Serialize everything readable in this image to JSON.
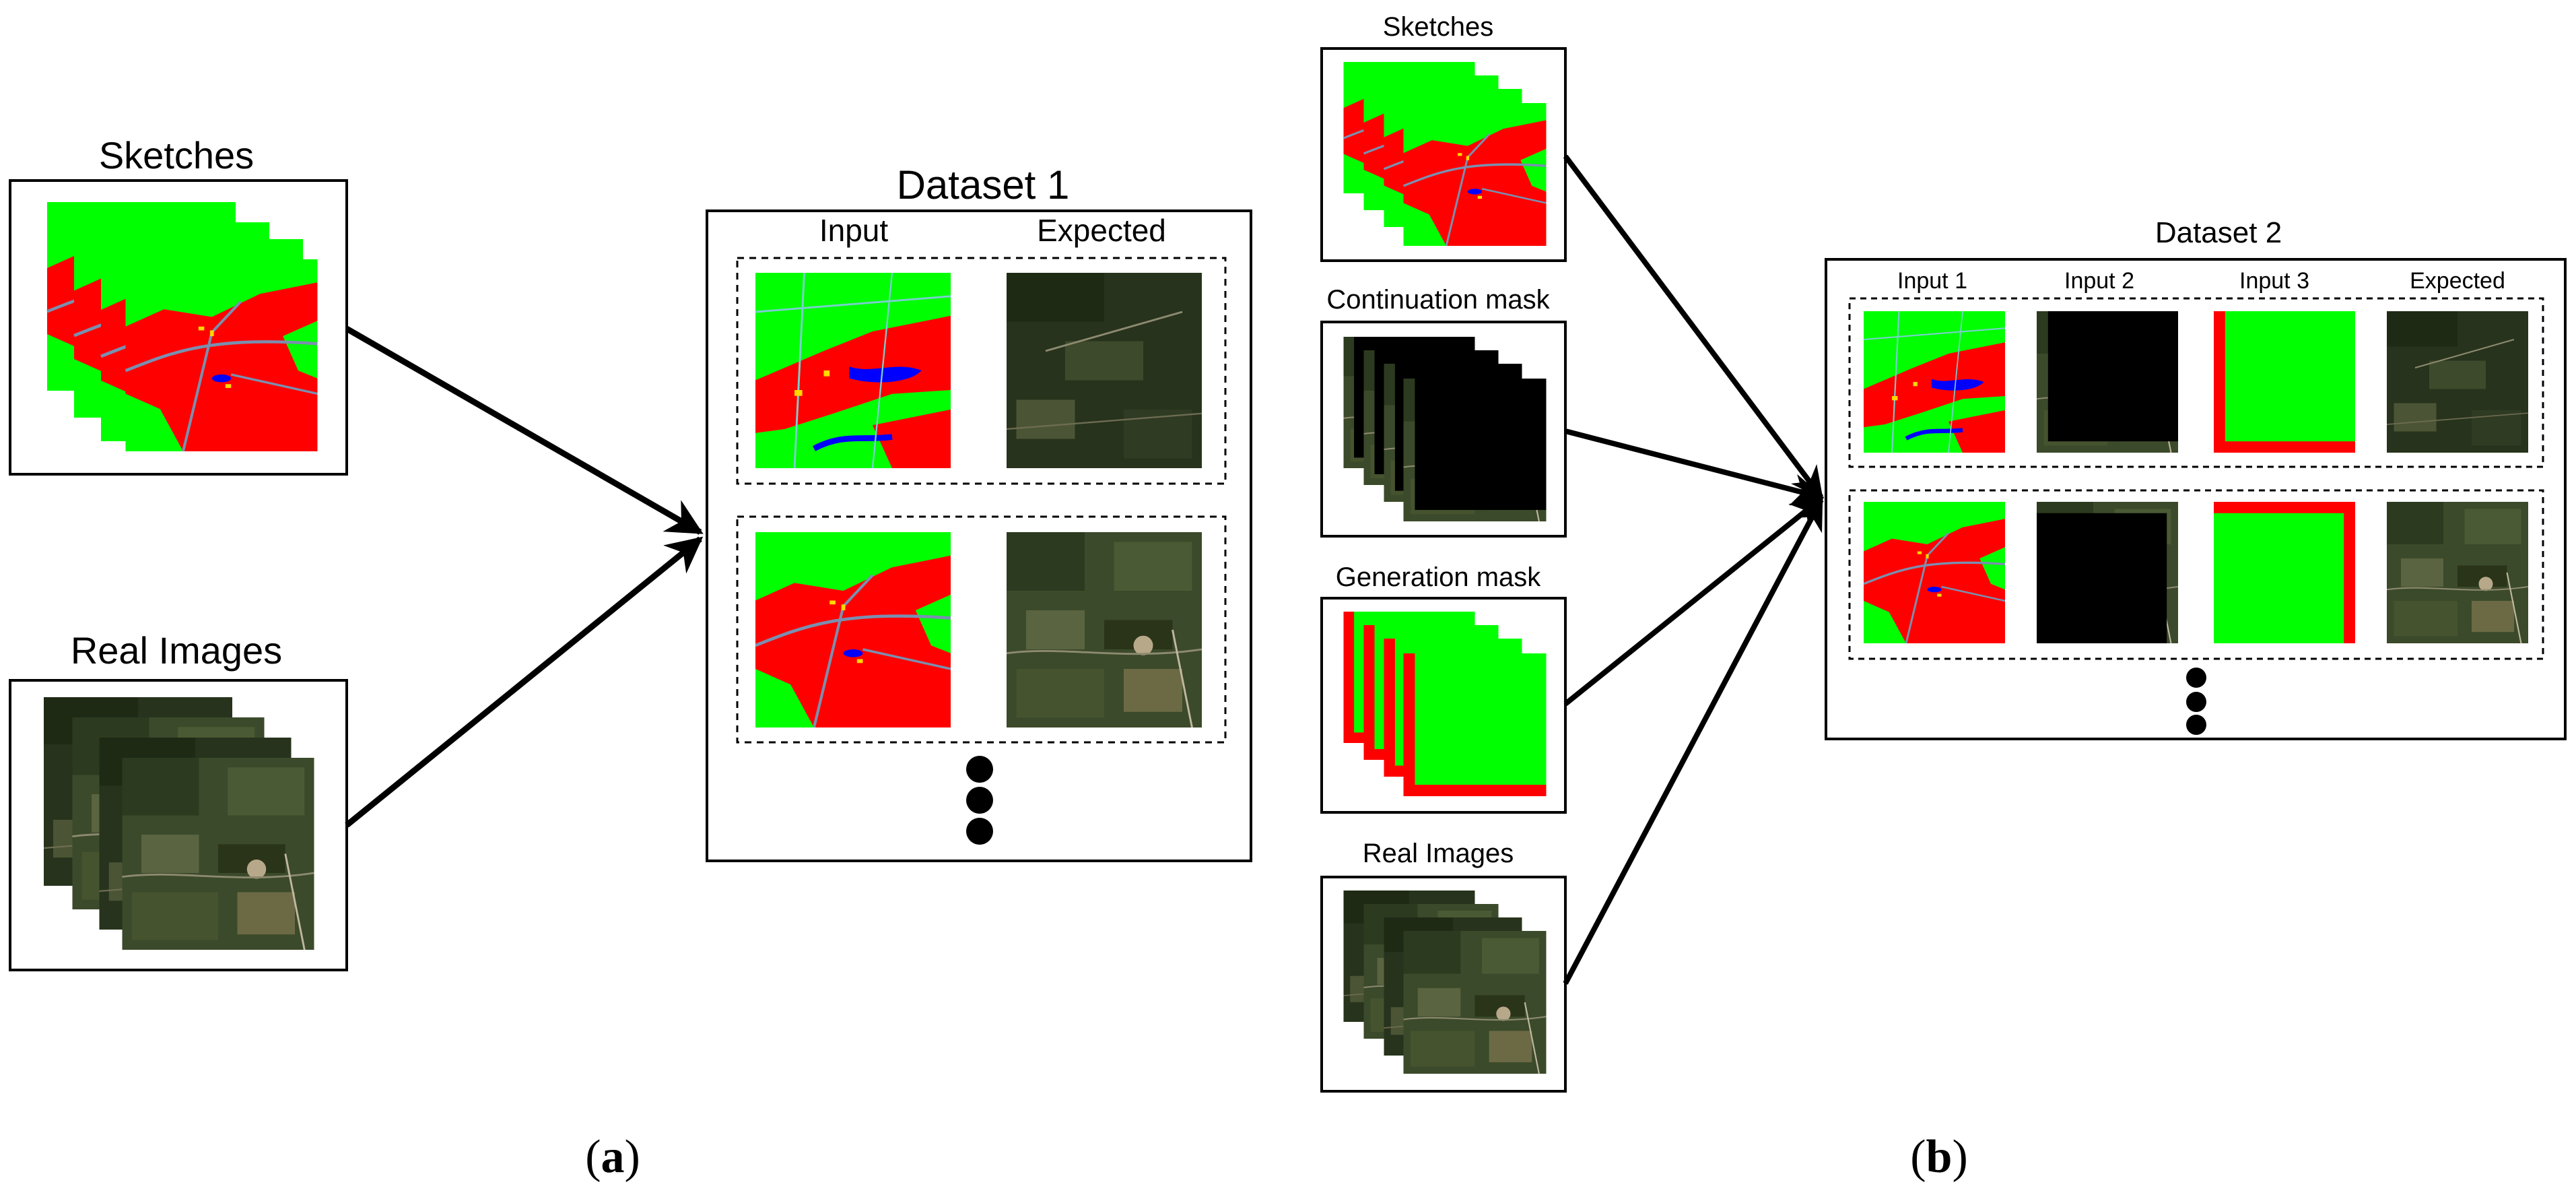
{
  "panel_a": {
    "sketches_label": "Sketches",
    "real_images_label": "Real Images",
    "dataset_title": "Dataset 1",
    "col_input": "Input",
    "col_expected": "Expected",
    "caption_open": "(",
    "caption_letter": "a",
    "caption_close": ")"
  },
  "panel_b": {
    "sketches_label": "Sketches",
    "continuation_label": "Continuation mask",
    "generation_label": "Generation mask",
    "real_images_label": "Real Images",
    "dataset_title": "Dataset 2",
    "col_input1": "Input 1",
    "col_input2": "Input 2",
    "col_input3": "Input 3",
    "col_expected": "Expected",
    "caption_open": "(",
    "caption_letter": "b",
    "caption_close": ")"
  },
  "colors": {
    "sketch_red": "#ff0000",
    "sketch_green": "#00ff00",
    "water_blue": "#0000ff",
    "road_gray": "#7a8fb0",
    "mask_black": "#000000",
    "satellite_dark": "#3b4a2a"
  }
}
